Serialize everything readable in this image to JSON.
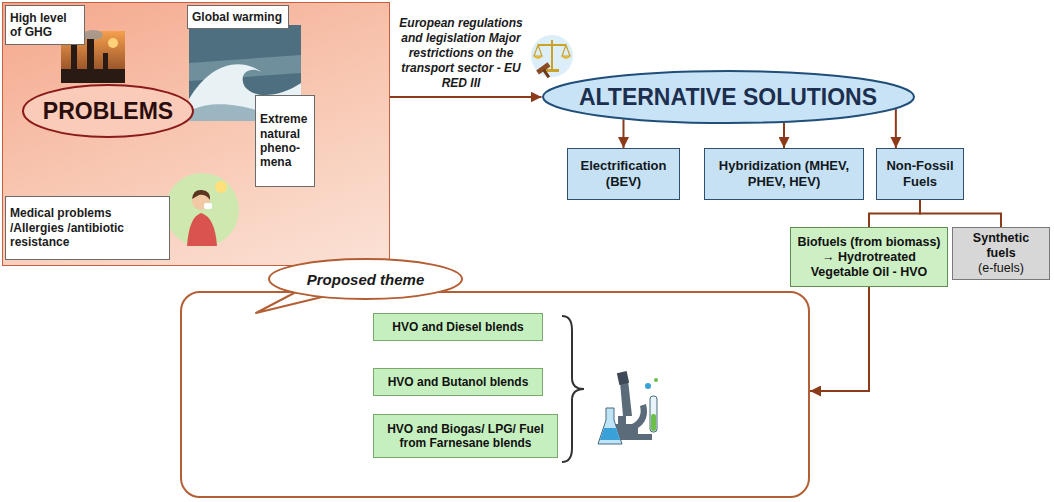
{
  "diagram": {
    "nodes": [
      {
        "text": []
      },
      {
        "text": [
          "High level of GHG"
        ],
        "in": 0
      },
      {
        "text": [
          "Global warming"
        ],
        "in": 0
      },
      {
        "text": [
          "PROBLEMS"
        ],
        "in": 0
      },
      {
        "text": [
          "Extreme natural pheno- mena"
        ],
        "in": 0
      },
      {
        "text": [
          "Medical problems /Allergies /antibiotic resistance"
        ],
        "in": 0
      },
      {
        "text": [
          "ALTERNATIVE SOLUTIONS"
        ]
      },
      {
        "text": [
          "Electrification (BEV)"
        ]
      },
      {
        "text": [
          "Hybridization (MHEV, PHEV, HEV)"
        ]
      },
      {
        "text": [
          "Non-Fossil Fuels"
        ]
      },
      {
        "text": [
          "Biofuels (from biomass)",
          "→ Hydrotreated Vegetable Oil - HVO"
        ]
      },
      {
        "text": [
          "Synthetic fuels",
          "(e-fuels)"
        ]
      },
      {
        "text": [
          "Proposed theme"
        ]
      },
      {
        "text": []
      },
      {
        "text": [
          "HVO and Diesel blends"
        ],
        "in": 13
      },
      {
        "text": [
          "HVO and Butanol blends"
        ],
        "in": 13
      },
      {
        "text": [
          "HVO and Biogas/ LPG/ Fuel from Farnesane blends"
        ],
        "in": 13
      }
    ],
    "edges": [
      {
        "from": 0,
        "to": 6,
        "arrow": "to",
        "label": "European regulations and legislation Major restrictions on the transport sector - EU RED III"
      },
      {
        "from": 6,
        "to": 7,
        "arrow": "to"
      },
      {
        "from": 6,
        "to": 8,
        "arrow": "to"
      },
      {
        "from": 6,
        "to": 9,
        "arrow": "to"
      },
      {
        "from": 9,
        "to": 10,
        "arrow": "none"
      },
      {
        "from": 9,
        "to": 11,
        "arrow": "none"
      },
      {
        "from": 10,
        "to": 13,
        "arrow": "to"
      }
    ]
  }
}
